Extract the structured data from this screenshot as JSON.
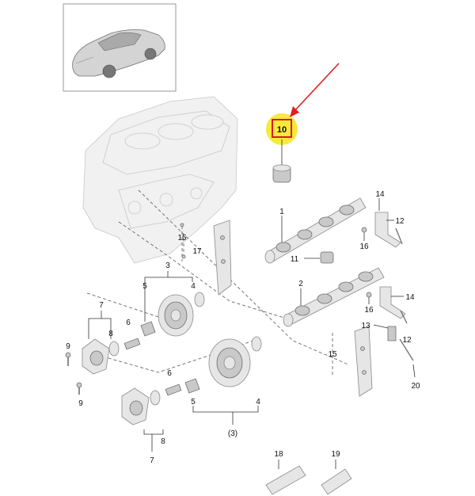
{
  "callouts": {
    "highlight": "10",
    "c1": "1",
    "c2": "2",
    "c3": "3",
    "c3b": "(3)",
    "c4a": "4",
    "c4b": "4",
    "c5a": "5",
    "c5b": "5",
    "c6a": "6",
    "c6b": "6",
    "c7a": "7",
    "c7b": "7",
    "c8a": "8",
    "c8b": "8",
    "c9a": "9",
    "c9b": "9",
    "c11": "11",
    "c12a": "12",
    "c12b": "12",
    "c13": "13",
    "c14a": "14",
    "c14b": "14",
    "c15a": "15",
    "c15b": "15",
    "c16a": "16",
    "c16b": "16",
    "c17": "17",
    "c18": "18",
    "c19": "19",
    "c20": "20"
  },
  "colors": {
    "highlight_fill": "#f6e51c",
    "highlight_border": "#d81e1e",
    "arrow": "#e02020"
  },
  "icons": {
    "car": "sports-car-icon"
  }
}
